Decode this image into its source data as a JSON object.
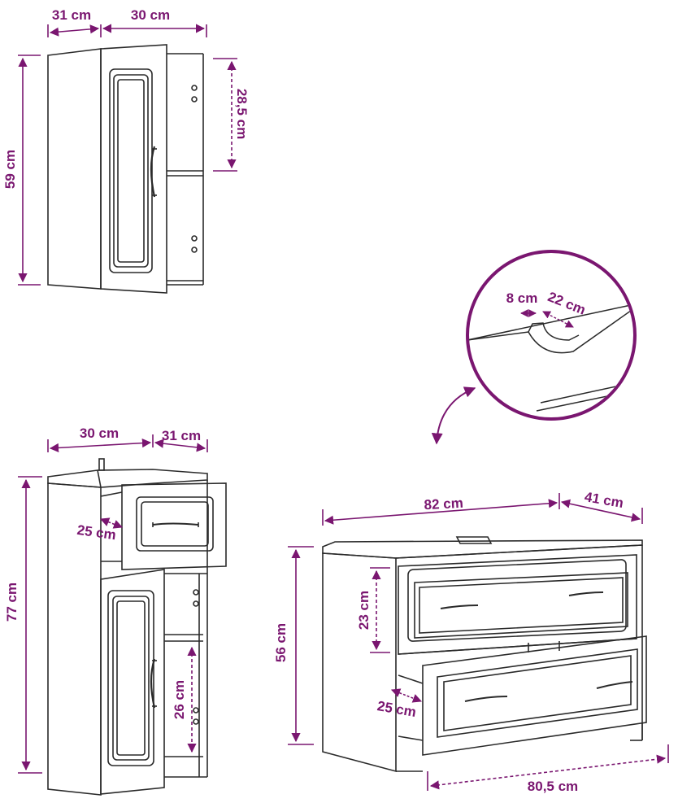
{
  "colors": {
    "accent": "#7a1670",
    "line": "#2a2a2a",
    "background": "#ffffff"
  },
  "wall_cabinet": {
    "depth": "31 cm",
    "width": "30 cm",
    "height": "59 cm",
    "shelf_gap": "28,5 cm"
  },
  "sink_detail": {
    "notch_width": "8 cm",
    "notch_depth": "22 cm"
  },
  "tall_cabinet": {
    "width": "30 cm",
    "depth": "31 cm",
    "height": "77 cm",
    "drawer_depth": "25 cm",
    "shelf_gap": "26 cm"
  },
  "vanity": {
    "width": "82 cm",
    "depth": "41 cm",
    "height": "56 cm",
    "drawer_height": "23 cm",
    "drawer_depth": "25 cm",
    "base_width": "80,5 cm"
  }
}
